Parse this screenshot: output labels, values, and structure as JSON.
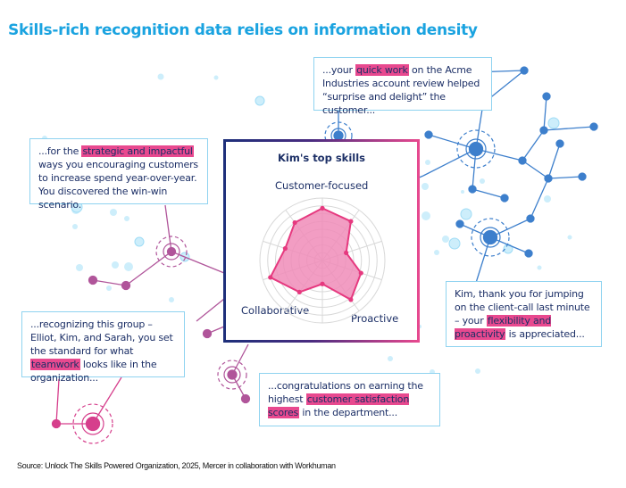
{
  "title": "Skills-rich recognition data relies on information density",
  "cards": {
    "acme": {
      "pre": "...your ",
      "highlight": "quick work",
      "post": " on the Acme Industries account review helped “surprise and delight” the customer..."
    },
    "strategic": {
      "pre": "...for the ",
      "highlight": "strategic and impactful",
      "post": " ways you encouraging customers to increase spend year-over-year. You discovered the win-win scenario."
    },
    "teamwork": {
      "pre": "...recognizing this group – Elliot, Kim, and Sarah, you set the standard for what ",
      "highlight": "teamwork",
      "post": " looks like in the organization..."
    },
    "satisfaction": {
      "pre": "...congratulations on earning the highest ",
      "highlight": "customer satisfaction scores",
      "post": " in the department..."
    },
    "flexibility": {
      "pre": "Kim, thank you for jumping on the client-call last minute – your ",
      "highlight": "flexibility and proactivity",
      "post": " is appreciated..."
    }
  },
  "skills_box": {
    "title": "Kim's top skills",
    "labels": {
      "top": "Customer-focused",
      "bottom_left": "Collaborative",
      "bottom_right": "Proactive"
    }
  },
  "source": "Source: Unlock The Skills Powered Organization, 2025, Mercer in collaboration with Workhuman",
  "colors": {
    "title": "#1aa3e0",
    "text": "#1c2f66",
    "highlight": "#e8498f",
    "card_border": "#8fd3f0",
    "network_blue": "#3d7fcc",
    "network_purple": "#b0559a",
    "network_pink": "#d63f8c",
    "radar_fill": "#f08cb8",
    "radar_stroke": "#e6397f",
    "grid": "#d8d8d8"
  },
  "chart_data": {
    "type": "radar",
    "title": "Kim's top skills",
    "axes_count": 10,
    "rings": 8,
    "scale_max": 8,
    "axis_labels_shown": {
      "0": "Customer-focused",
      "144": "Proactive",
      "252": "Collaborative"
    },
    "angles_deg": [
      0,
      36,
      72,
      108,
      144,
      180,
      216,
      252,
      288,
      324
    ],
    "values": [
      6.7,
      6.2,
      3.2,
      5.2,
      6.2,
      3.0,
      5.0,
      7.0,
      5.0,
      6.0
    ]
  }
}
